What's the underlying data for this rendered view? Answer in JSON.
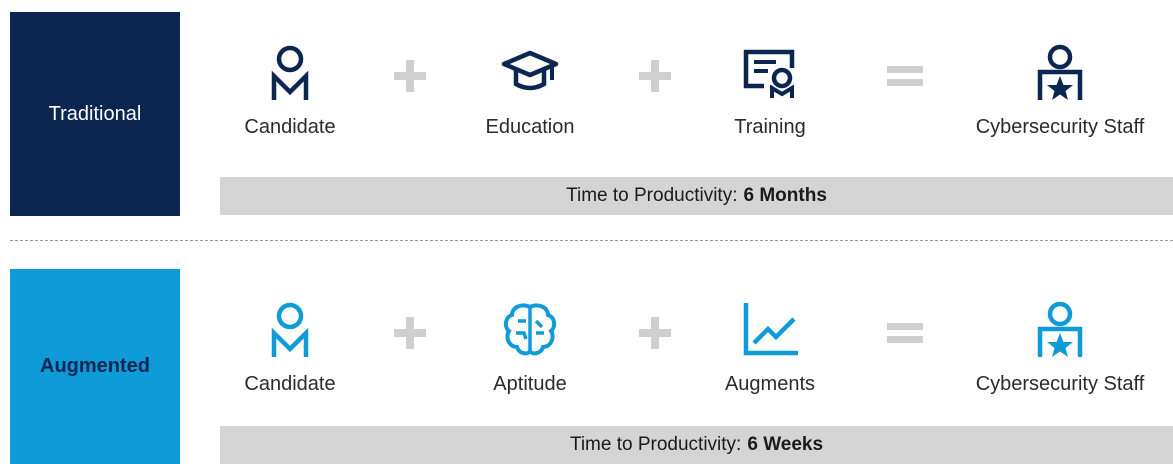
{
  "rows": {
    "traditional": {
      "label": "Traditional",
      "steps": [
        "Candidate",
        "Education",
        "Training",
        "Cybersecurity Staff"
      ],
      "time_label": "Time to Productivity:",
      "time_value": "6 Months",
      "icons": [
        "person-icon",
        "graduation-cap-icon",
        "certificate-icon",
        "staff-badge-icon"
      ],
      "icon_color": "#0b2650"
    },
    "augmented": {
      "label": "Augmented",
      "steps": [
        "Candidate",
        "Aptitude",
        "Augments",
        "Cybersecurity Staff"
      ],
      "time_label": "Time to Productivity:",
      "time_value": "6 Weeks",
      "icons": [
        "person-icon",
        "brain-icon",
        "trend-chart-icon",
        "staff-badge-icon"
      ],
      "icon_color": "#0f9ad8"
    }
  },
  "colors": {
    "traditional_box": "#0b2650",
    "augmented_box": "#0f9ad8",
    "operator": "#cfcfcf",
    "bar": "#d4d4d4"
  }
}
